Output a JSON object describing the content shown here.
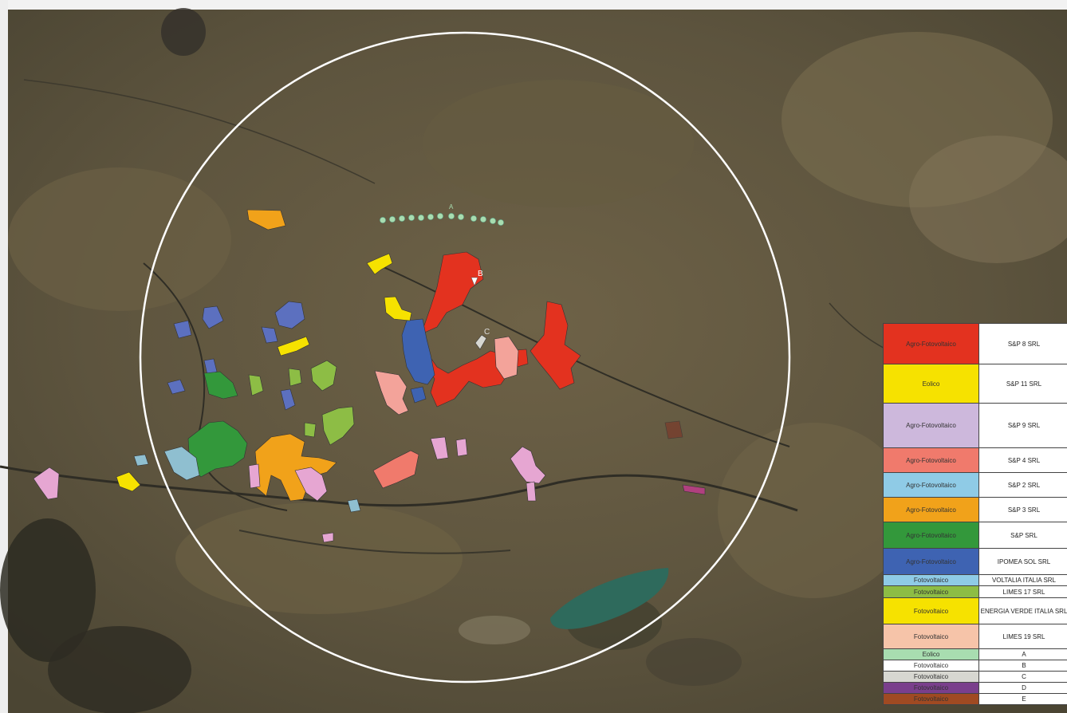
{
  "markers": {
    "a": "A",
    "b": "B",
    "c": "C"
  },
  "colors": {
    "red": "#e3321f",
    "yellow": "#f6e200",
    "lilac": "#cdb8dc",
    "salmon": "#f07a6c",
    "light_blue": "#8fcbe6",
    "orange": "#f1a21a",
    "green": "#33983b",
    "blue": "#3e63b2",
    "lime": "#8dbd45",
    "peach": "#f6c4a9",
    "mint": "#a8ddb0",
    "white": "#ffffff",
    "grey": "#d7d7d1",
    "purple": "#7a3f8c",
    "brown": "#a04a22",
    "pink": "#e6a6d2"
  },
  "legend": [
    {
      "category": "Agro-Fotovoltaico",
      "owner": "S&P 8 SRL",
      "color": "#e3321f"
    },
    {
      "category": "Eolico",
      "owner": "S&P 11 SRL",
      "color": "#f6e200"
    },
    {
      "category": "Agro-Fotovoltaico",
      "owner": "S&P 9 SRL",
      "color": "#cdb8dc"
    },
    {
      "category": "Agro-Fotovoltaico",
      "owner": "S&P 4 SRL",
      "color": "#f07a6c"
    },
    {
      "category": "Agro-Fotovoltaico",
      "owner": "S&P 2 SRL",
      "color": "#8fcbe6"
    },
    {
      "category": "Agro-Fotovoltaico",
      "owner": "S&P 3 SRL",
      "color": "#f1a21a"
    },
    {
      "category": "Agro-Fotovoltaico",
      "owner": "S&P SRL",
      "color": "#33983b"
    },
    {
      "category": "Agro-Fotovoltaico",
      "owner": "IPOMEA SOL SRL",
      "color": "#3e63b2"
    },
    {
      "category": "Fotovoltaico",
      "owner": "VOLTALIA ITALIA SRL",
      "color": "#8fcbe6"
    },
    {
      "category": "Fotovoltaico",
      "owner": "LIMES 17 SRL",
      "color": "#8dbd45"
    },
    {
      "category": "Fotovoltaico",
      "owner": "ENERGIA VERDE ITALIA SRL",
      "color": "#f6e200"
    },
    {
      "category": "Fotovoltaico",
      "owner": "LIMES 19 SRL",
      "color": "#f6c4a9"
    },
    {
      "category": "Eolico",
      "owner": "A",
      "color": "#a8ddb0"
    },
    {
      "category": "Fotovoltaico",
      "owner": "B",
      "color": "#ffffff"
    },
    {
      "category": "Fotovoltaico",
      "owner": "C",
      "color": "#d7d7d1"
    },
    {
      "category": "Fotovoltaico",
      "owner": "D",
      "color": "#7a3f8c"
    },
    {
      "category": "Fotovoltaico",
      "owner": "E",
      "color": "#a04a22"
    }
  ]
}
